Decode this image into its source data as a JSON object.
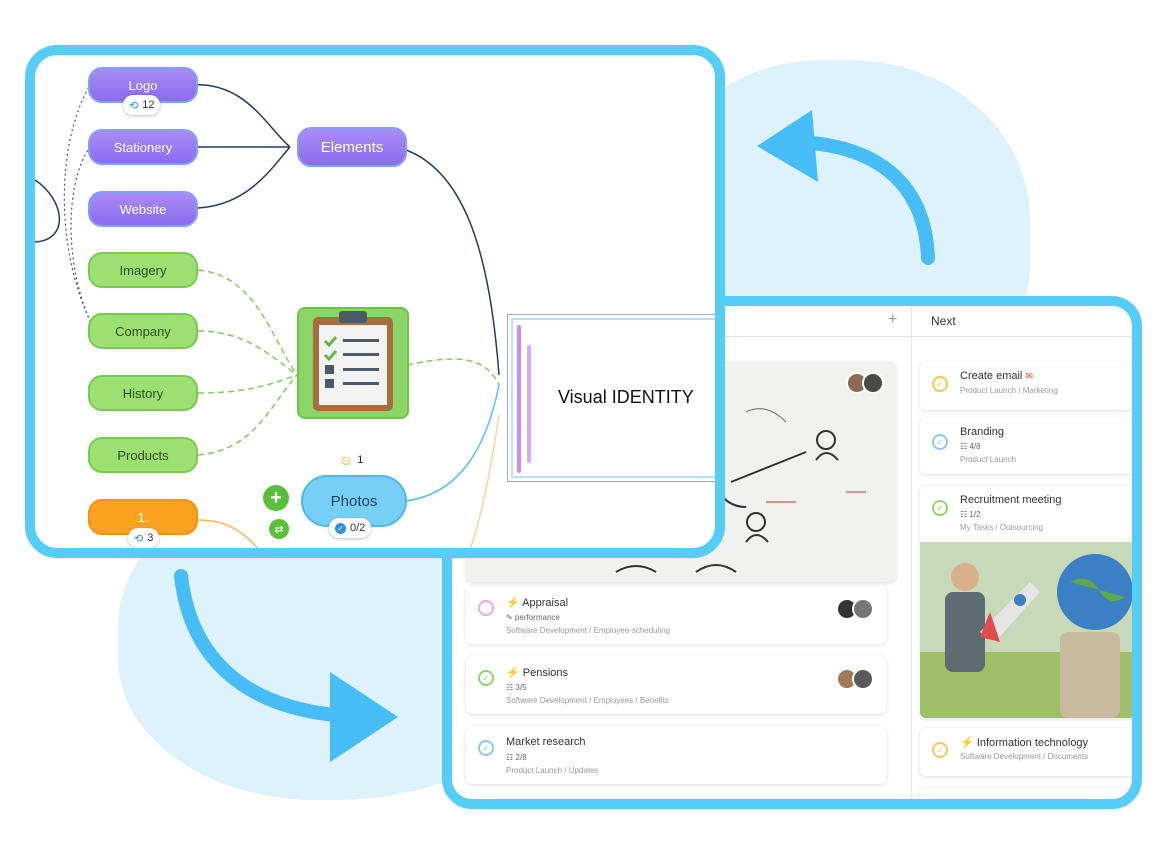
{
  "colors": {
    "frame": "#55cdf7",
    "purple": "#8a6cf0",
    "green": "#9be070",
    "orange": "#fda121",
    "blob": "#def2fc"
  },
  "mindmap": {
    "nodes": {
      "logo": "Logo",
      "stationery": "Stationery",
      "website": "Website",
      "elements": "Elements",
      "imagery": "Imagery",
      "company": "Company",
      "history": "History",
      "products": "Products",
      "ordered": "1.",
      "photos": "Photos"
    },
    "badges": {
      "logo_count": "12",
      "ordered_count": "3",
      "photos_progress": "0/2",
      "emoji_count": "1"
    },
    "visual_identity": "Visual IDENTITY",
    "icons": [
      "clipboard-icon",
      "add-icon",
      "link-icon",
      "smiley-icon",
      "sync-icon",
      "check-icon"
    ]
  },
  "board": {
    "add_column": "+",
    "next_column": "Next",
    "left_cards": [
      {
        "title": "Appraisal",
        "tag": "✎ performance",
        "path": "Software Development / Employee-scheduling"
      },
      {
        "title": "Pensions",
        "meta": "3/5",
        "path": "Software Development / Employees / Benefits"
      },
      {
        "title": "Market research",
        "meta": "2/8",
        "path": "Product Launch / Updates"
      }
    ],
    "right_cards": [
      {
        "title": "Create email",
        "path": "Product Launch / Marketing"
      },
      {
        "title": "Branding",
        "meta": "4/8",
        "path": "Product Launch"
      },
      {
        "title": "Recruitment meeting",
        "meta": "1/2",
        "path": "My Tasks / Outsourcing"
      },
      {
        "title": "Information technology",
        "path": "Software Development / Documents"
      }
    ]
  }
}
